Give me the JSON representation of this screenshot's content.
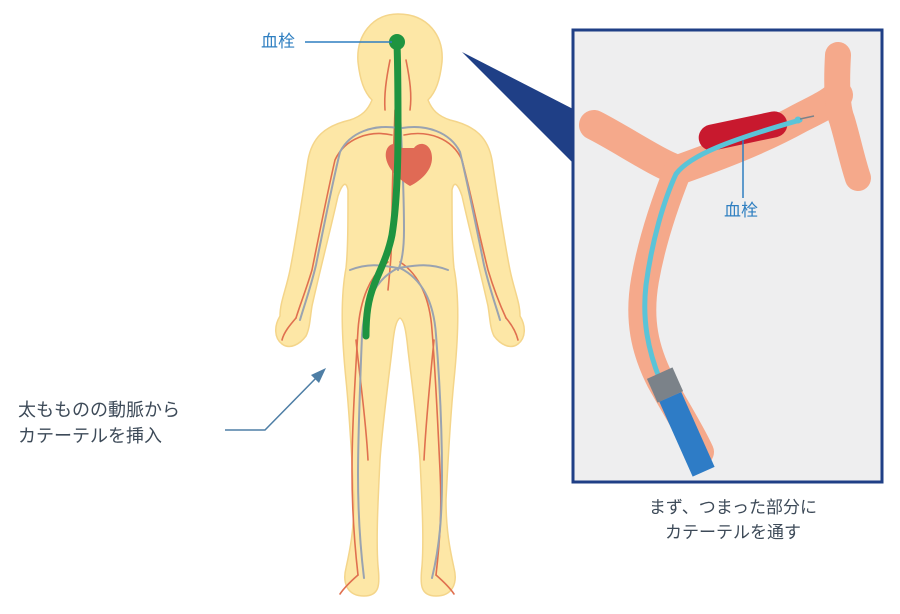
{
  "labels": {
    "thrombus_body": "血栓",
    "thrombus_zoom": "血栓",
    "insertion_line1": "太もものの動脈から",
    "insertion_line2": "カテーテルを挿入",
    "caption_line1": "まず、つまった部分に",
    "caption_line2": "カテーテルを通す"
  },
  "colors": {
    "skin": "#fde7a6",
    "skin_outline": "#f4d58a",
    "artery": "#e0704f",
    "vein": "#9aa3b0",
    "heart": "#e06a55",
    "catheter_green": "#1f9440",
    "zoom_border": "#1f3f86",
    "zoom_bg": "#eeeeef",
    "vessel_pink": "#f5a98b",
    "clot_red": "#c8192e",
    "catheter_cyan": "#5bc4d8",
    "sheath_blue": "#2e7cc6",
    "sheath_grey": "#7b8289",
    "label_blue": "#2f7fc1",
    "arrow_blue": "#4e7ea5"
  }
}
